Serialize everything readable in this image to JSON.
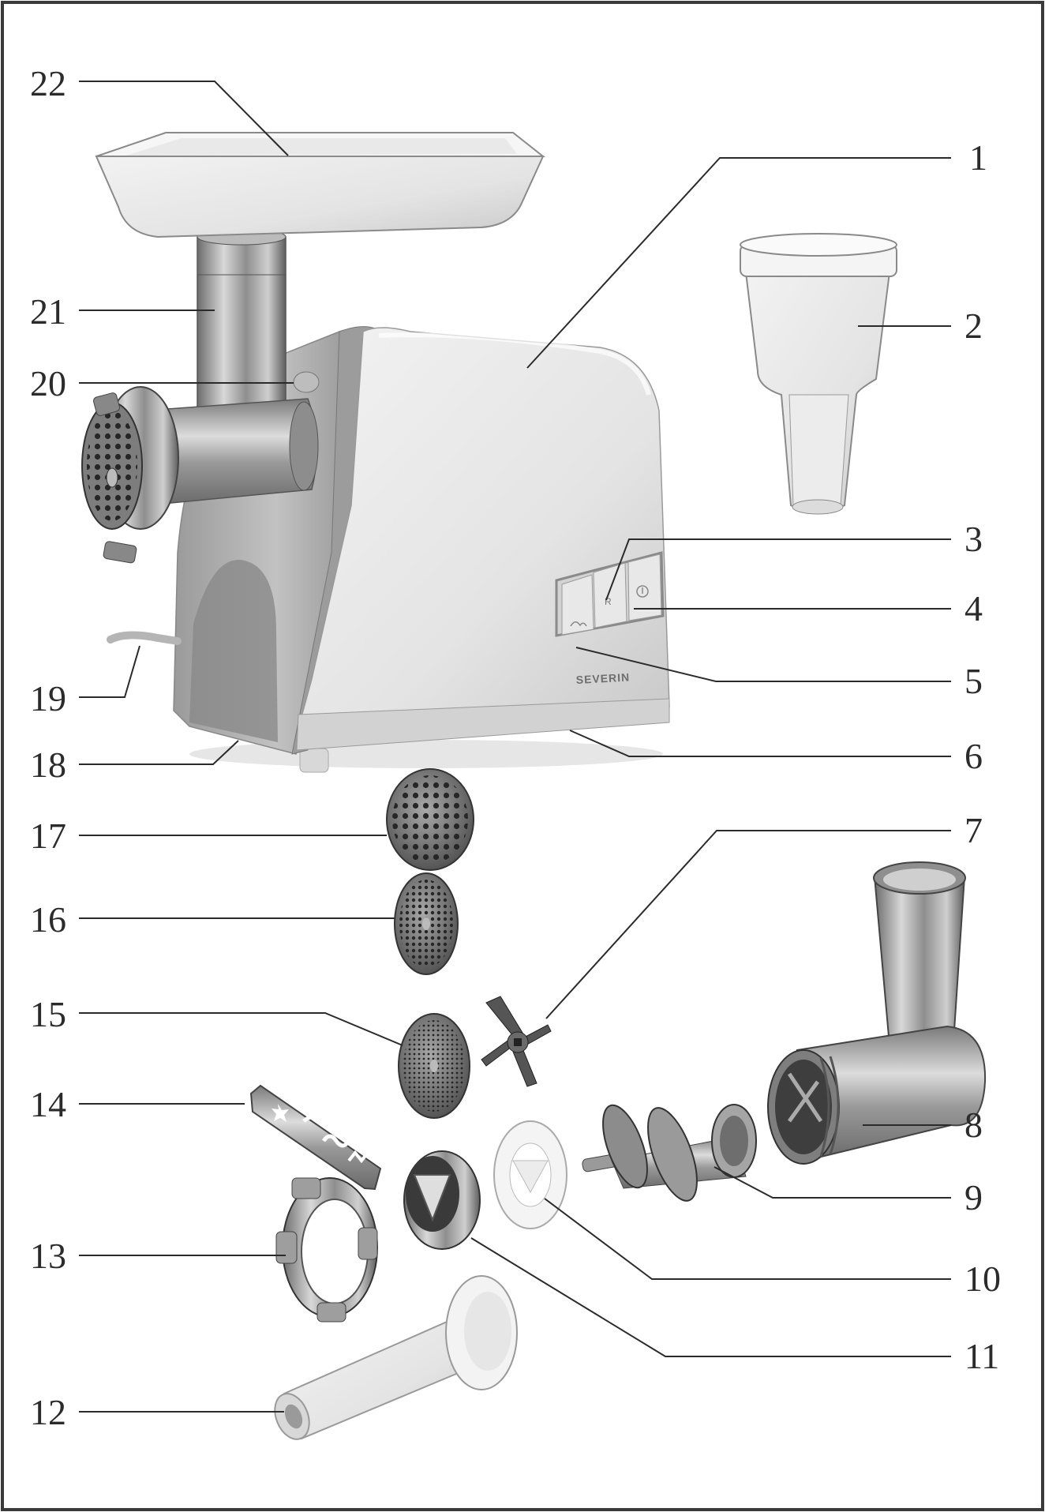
{
  "brand_label": "SEVERIN",
  "control_panel": {
    "reverse_symbol": "R"
  },
  "callouts": [
    {
      "id": "1",
      "label": "1"
    },
    {
      "id": "2",
      "label": "2"
    },
    {
      "id": "3",
      "label": "3"
    },
    {
      "id": "4",
      "label": "4"
    },
    {
      "id": "5",
      "label": "5"
    },
    {
      "id": "6",
      "label": "6"
    },
    {
      "id": "7",
      "label": "7"
    },
    {
      "id": "8",
      "label": "8"
    },
    {
      "id": "9",
      "label": "9"
    },
    {
      "id": "10",
      "label": "10"
    },
    {
      "id": "11",
      "label": "11"
    },
    {
      "id": "12",
      "label": "12"
    },
    {
      "id": "13",
      "label": "13"
    },
    {
      "id": "14",
      "label": "14"
    },
    {
      "id": "15",
      "label": "15"
    },
    {
      "id": "16",
      "label": "16"
    },
    {
      "id": "17",
      "label": "17"
    },
    {
      "id": "18",
      "label": "18"
    },
    {
      "id": "19",
      "label": "19"
    },
    {
      "id": "20",
      "label": "20"
    },
    {
      "id": "21",
      "label": "21"
    },
    {
      "id": "22",
      "label": "22"
    }
  ]
}
